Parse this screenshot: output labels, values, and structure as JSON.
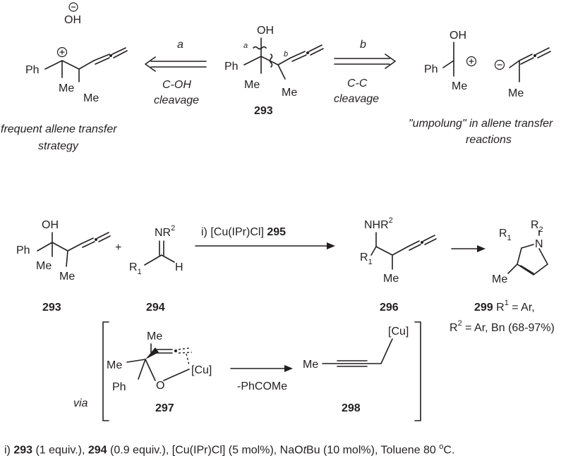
{
  "top": {
    "hydroxide_label": "OH",
    "left_cation": {
      "ph": "Ph",
      "me1": "Me",
      "me2": "Me"
    },
    "arrow_a": {
      "letter": "a",
      "line1": "C-OH",
      "line2": "cleavage"
    },
    "center": {
      "oh": "OH",
      "ph": "Ph",
      "me1": "Me",
      "me2": "Me",
      "bond_a": "a",
      "bond_b": "b",
      "number": "293"
    },
    "arrow_b": {
      "letter": "b",
      "line1": "C-C",
      "line2": "cleavage"
    },
    "right_fragments": {
      "oh": "OH",
      "ph": "Ph",
      "me1": "Me",
      "me2": "Me"
    },
    "left_caption": {
      "line1": "frequent allene transfer",
      "line2": "strategy"
    },
    "right_caption": {
      "line1": "\"umpolung\" in allene transfer",
      "line2": "reactions"
    }
  },
  "bottom": {
    "c293": {
      "oh": "OH",
      "ph": "Ph",
      "me1": "Me",
      "me2": "Me",
      "number": "293"
    },
    "plus": "+",
    "c294": {
      "nr": "NR",
      "sup": "2",
      "r": "R",
      "rsub": "1",
      "h": "H",
      "number": "294"
    },
    "reaction_arrow": {
      "text": "i) [Cu(IPr)Cl]",
      "bold": "295"
    },
    "c296": {
      "nhr": "NHR",
      "sup": "2",
      "r": "R",
      "rsub": "1",
      "me": "Me",
      "number": "296"
    },
    "c299": {
      "r1": "R",
      "r1sub": "1",
      "r2": "R",
      "r2sub": "2",
      "n": "N",
      "me": "Me",
      "number": "299",
      "line1_rest": " R",
      "line1_sup": "1",
      "line1_end": " = Ar,",
      "line2_r": "R",
      "line2_sup": "2",
      "line2_end": " = Ar, Bn (68-97%)"
    },
    "via": "via",
    "c297": {
      "me1": "Me",
      "me2": "Me",
      "ph": "Ph",
      "o": "O",
      "cu": "[Cu]",
      "number": "297"
    },
    "byproduct": "-PhCOMe",
    "c298": {
      "me": "Me",
      "cu": "[Cu]",
      "number": "298"
    }
  },
  "footnote": {
    "p1": "i) ",
    "b1": "293",
    "p2": " (1 equiv.), ",
    "b2": "294",
    "p3": " (0.9 equiv.), [Cu(IPr)Cl] (5 mol%), NaO",
    "i1": "t",
    "p4": "Bu (10 mol%), Toluene 80 ",
    "sup": "o",
    "p5": "C."
  }
}
